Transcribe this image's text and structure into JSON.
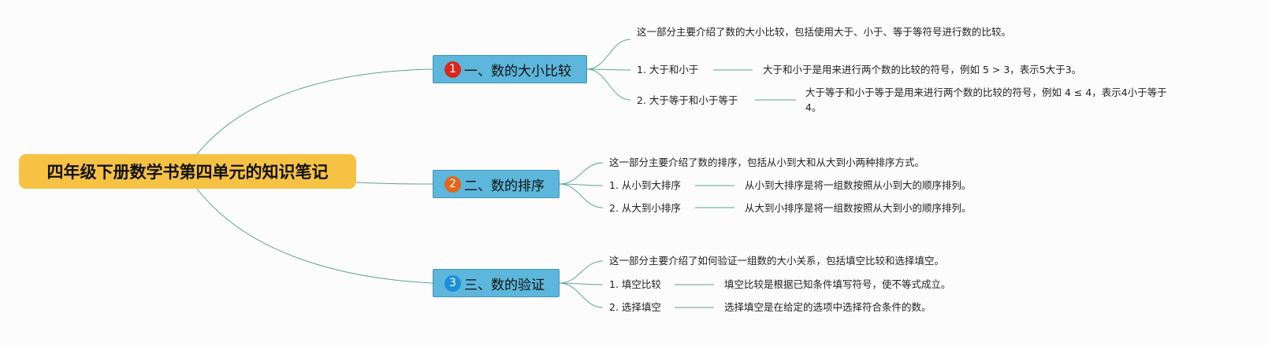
{
  "root": {
    "title": "四年级下册数学书第四单元的知识笔记"
  },
  "colors": {
    "root": "#f6c244",
    "branch": "#5db6db",
    "line": "#5aa88e",
    "badge1": "#d8281e",
    "badge2": "#e1661a",
    "badge3": "#1d8fd8"
  },
  "branches": [
    {
      "number": "1",
      "title": "一、数的大小比较",
      "intro": "这一部分主要介绍了数的大小比较，包括使用大于、小于、等于等符号进行数的比较。",
      "items": [
        {
          "label": "1. 大于和小于",
          "detail": "大于和小于是用来进行两个数的比较的符号，例如 5 > 3，表示5大于3。"
        },
        {
          "label": "2. 大于等于和小于等于",
          "detail": "大于等于和小于等于是用来进行两个数的比较的符号，例如 4 ≤ 4，表示4小于等于4。"
        }
      ]
    },
    {
      "number": "2",
      "title": "二、数的排序",
      "intro": "这一部分主要介绍了数的排序，包括从小到大和从大到小两种排序方式。",
      "items": [
        {
          "label": "1. 从小到大排序",
          "detail": "从小到大排序是将一组数按照从小到大的顺序排列。"
        },
        {
          "label": "2. 从大到小排序",
          "detail": "从大到小排序是将一组数按照从大到小的顺序排列。"
        }
      ]
    },
    {
      "number": "3",
      "title": "三、数的验证",
      "intro": "这一部分主要介绍了如何验证一组数的大小关系，包括填空比较和选择填空。",
      "items": [
        {
          "label": "1. 填空比较",
          "detail": "填空比较是根据已知条件填写符号，使不等式成立。"
        },
        {
          "label": "2. 选择填空",
          "detail": "选择填空是在给定的选项中选择符合条件的数。"
        }
      ]
    }
  ]
}
